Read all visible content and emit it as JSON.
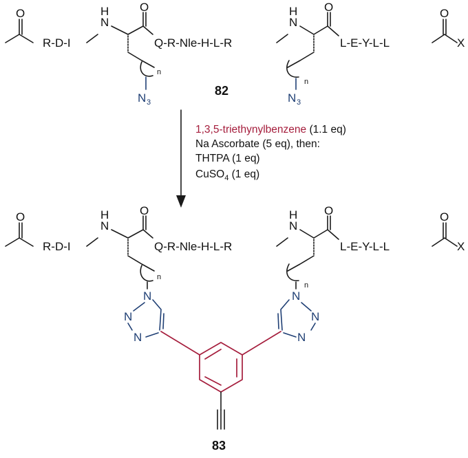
{
  "compound_82": {
    "number": "82",
    "seq_left": "R-D-I",
    "nh": "H",
    "nh_n": "N",
    "seq_mid": "Q-R-Nle-H-L-R",
    "seq_right": "L-E-Y-L-L",
    "oxygen": "O",
    "x_term": "X",
    "n_sub": "n",
    "azide": "N",
    "azide_sub": "3"
  },
  "conditions": {
    "reagent": "1,3,5-triethynylbenzene",
    "reagent_eq": " (1.1 eq)",
    "line2": "Na Ascorbate (5 eq), then:",
    "line3": "THTPA (1 eq)",
    "line4_a": "CuSO",
    "line4_sub": "4",
    "line4_b": " (1 eq)"
  },
  "compound_83": {
    "number": "83",
    "triazole_n": "N"
  },
  "colors": {
    "reagent": "#a51d3c",
    "azide": "#1f3f74"
  }
}
